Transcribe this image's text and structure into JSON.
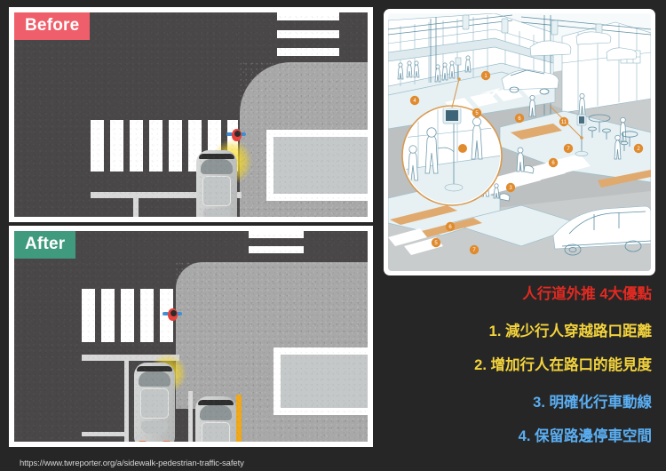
{
  "background_color": "#262626",
  "left_panel": {
    "before": {
      "badge_label": "Before",
      "badge_color": "#ef5f6b"
    },
    "after": {
      "badge_label": "After",
      "badge_color": "#3f9a7e"
    },
    "source_url": "https://www.twreporter.org/a/sidewalk-pedestrian-traffic-safety"
  },
  "right_panel": {
    "illustration_alt": "isometric line illustration of an urban intersection with curb extensions, crosswalks, pedestrians, signal poles and parked cars",
    "points": {
      "title": "人行道外推 4大優點",
      "title_color": "#e02a22",
      "items": [
        {
          "label": "1. 減少行人穿越路口距離",
          "color": "#f3d33c"
        },
        {
          "label": "2. 增加行人在路口的能見度",
          "color": "#f3d33c"
        },
        {
          "label": "3. 明確化行車動線",
          "color": "#5aaef2"
        },
        {
          "label": "4. 保留路邊停車空間",
          "color": "#5aaef2"
        }
      ]
    }
  }
}
